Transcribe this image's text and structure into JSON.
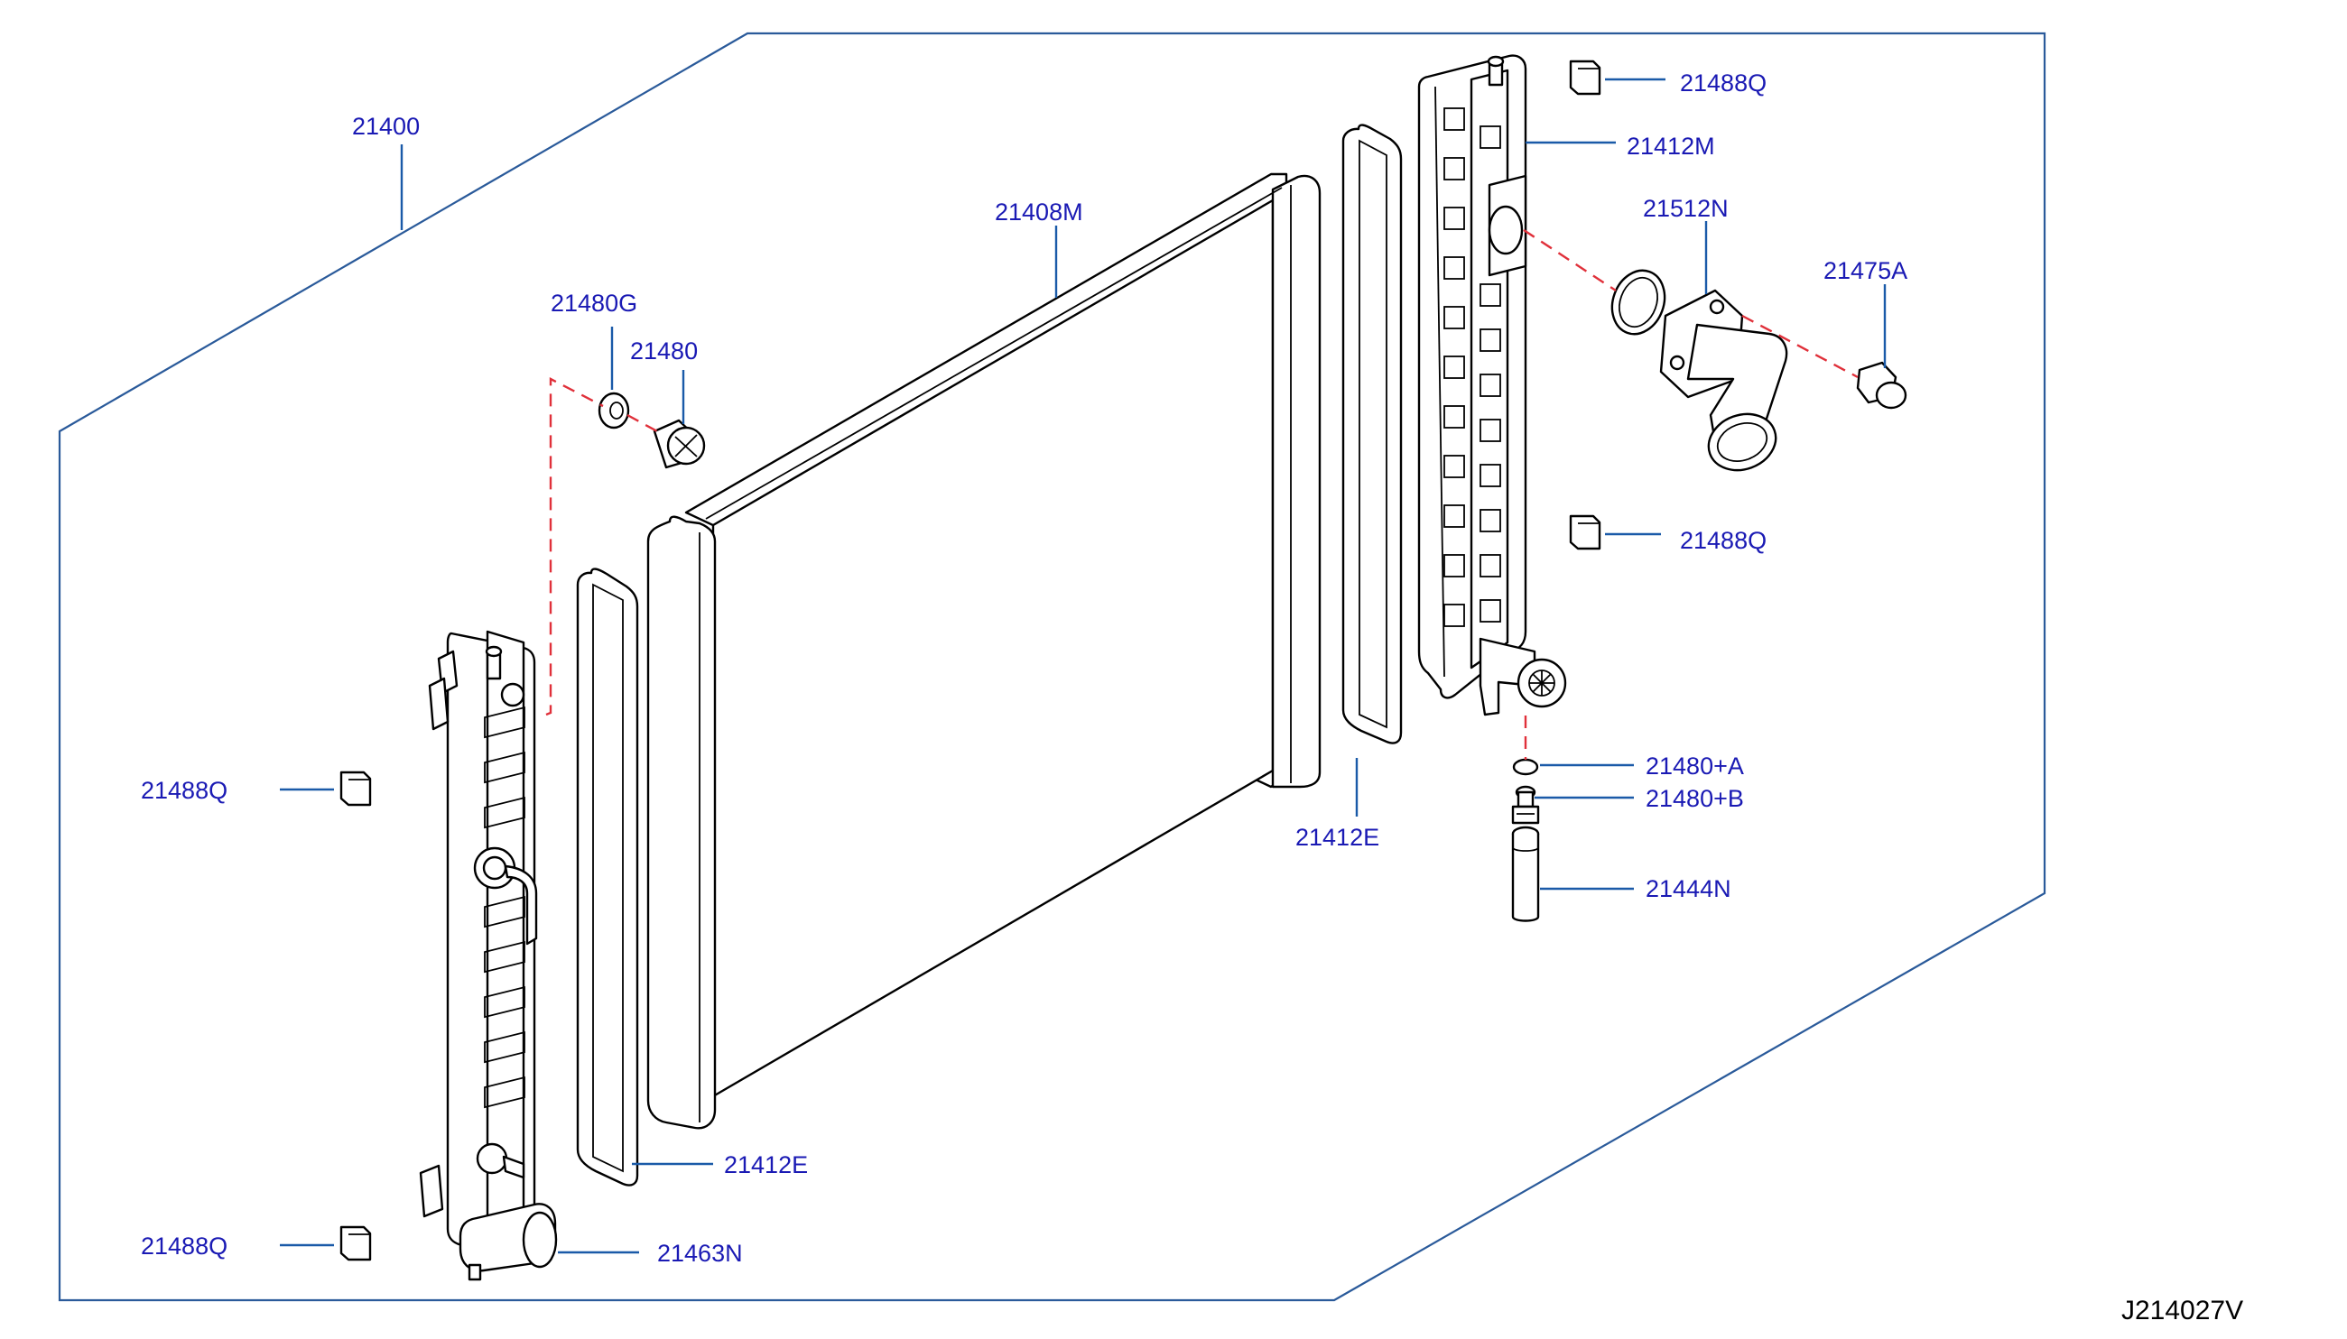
{
  "diagram": {
    "code": "J214027V",
    "labels": {
      "l21400": "21400",
      "l21408m": "21408M",
      "l21480g": "21480G",
      "l21480": "21480",
      "l21488q_tr": "21488Q",
      "l21412m": "21412M",
      "l21512n": "21512N",
      "l21475a": "21475A",
      "l21488q_mr": "21488Q",
      "l21480a": "21480+A",
      "l21480b": "21480+B",
      "l21444n": "21444N",
      "l21412e_r": "21412E",
      "l21488q_ml": "21488Q",
      "l21412e_l": "21412E",
      "l21488q_bl": "21488Q",
      "l21463n": "21463N"
    },
    "colors": {
      "label_text": "#1a1ab4",
      "leader_line": "#1a5aa8",
      "frame": "#2a5a9a",
      "dashed_connector": "#e0303a"
    }
  }
}
